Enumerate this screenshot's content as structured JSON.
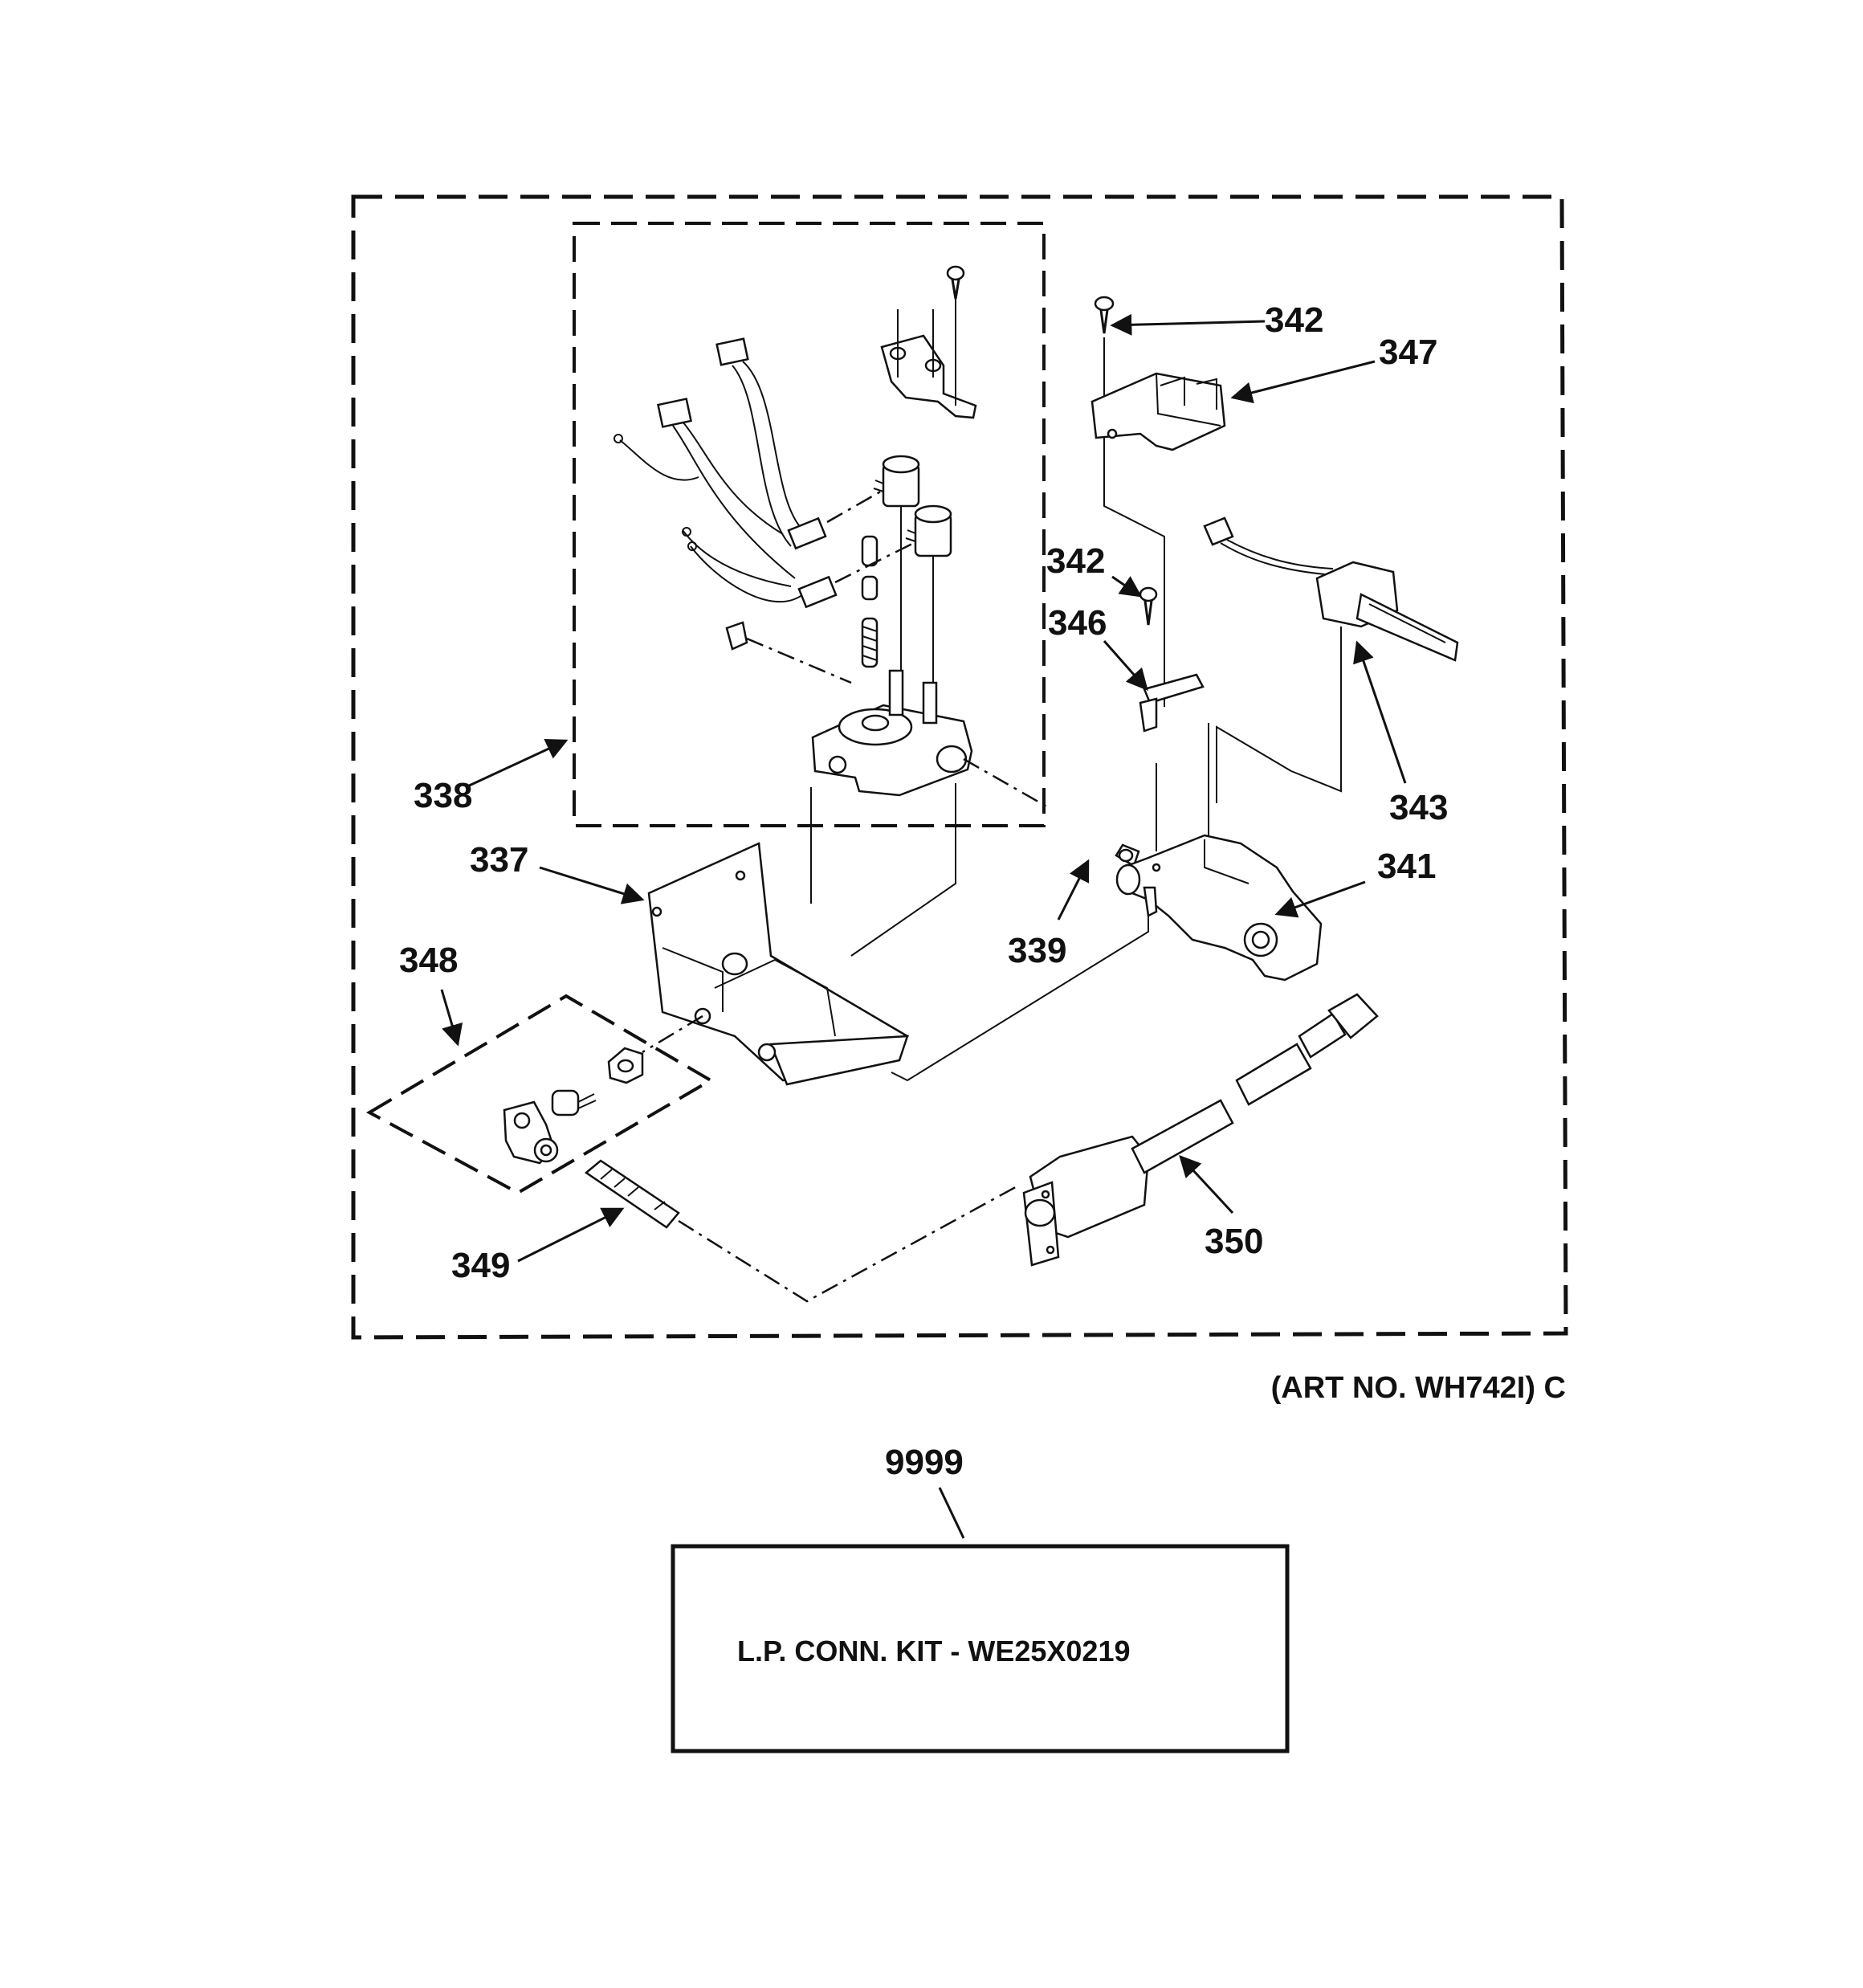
{
  "callouts": {
    "c337": "337",
    "c338": "338",
    "c339": "339",
    "c341": "341",
    "c342a": "342",
    "c342b": "342",
    "c343": "343",
    "c346": "346",
    "c347": "347",
    "c348": "348",
    "c349": "349",
    "c350": "350",
    "c9999": "9999"
  },
  "art_number": "(ART NO. WH742I) C",
  "kit_box": {
    "text": "L.P. CONN. KIT - WE25X0219"
  }
}
